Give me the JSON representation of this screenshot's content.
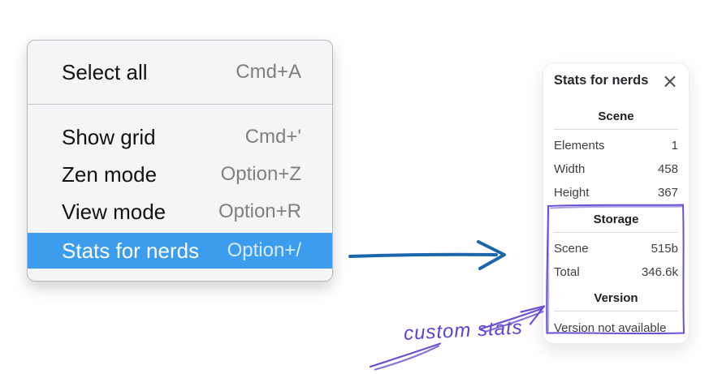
{
  "context_menu": {
    "items": [
      {
        "label": "Select all",
        "shortcut": "Cmd+A",
        "selected": false
      },
      {
        "label": "Show grid",
        "shortcut": "Cmd+'",
        "selected": false
      },
      {
        "label": "Zen mode",
        "shortcut": "Option+Z",
        "selected": false
      },
      {
        "label": "View mode",
        "shortcut": "Option+R",
        "selected": false
      },
      {
        "label": "Stats for nerds",
        "shortcut": "Option+/",
        "selected": true
      }
    ]
  },
  "stats_panel": {
    "title": "Stats for nerds",
    "close_icon": "×",
    "sections": [
      {
        "heading": "Scene",
        "rows": [
          {
            "label": "Elements",
            "value": "1"
          },
          {
            "label": "Width",
            "value": "458"
          },
          {
            "label": "Height",
            "value": "367"
          }
        ]
      },
      {
        "heading": "Storage",
        "rows": [
          {
            "label": "Scene",
            "value": "515b"
          },
          {
            "label": "Total",
            "value": "346.6k"
          }
        ]
      },
      {
        "heading": "Version",
        "note": "Version not available"
      }
    ]
  },
  "annotation": {
    "label": "custom stats"
  },
  "colors": {
    "menu_highlight": "#3c9cee",
    "menu_background": "#f4f5f6",
    "arrow_blue": "#1c66ae",
    "annotation_purple": "#6a51d1",
    "annotation_text_purple": "#5b3fd4"
  }
}
